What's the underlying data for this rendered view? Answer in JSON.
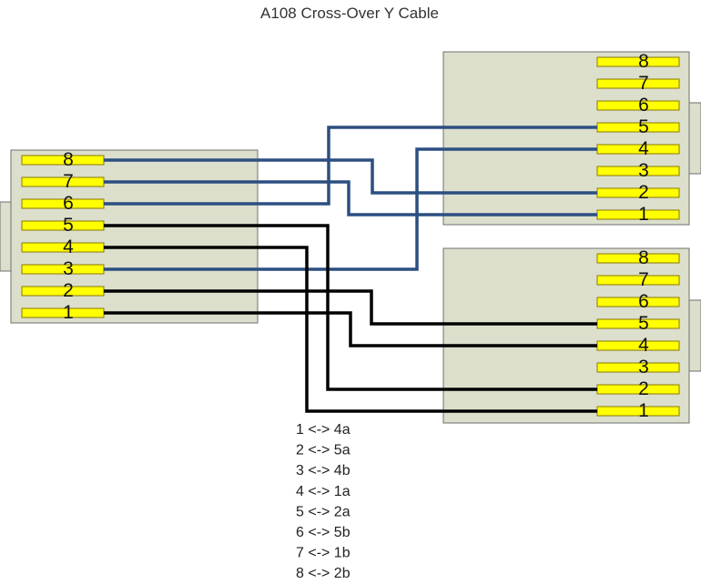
{
  "title": "A108 Cross-Over Y Cable",
  "colors": {
    "connector_fill": "#dcdfcc",
    "connector_stroke": "#6f6f6f",
    "pin_fill": "#ffff00",
    "pin_stroke": "#8a7a00",
    "wire_blue": "#2c4f80",
    "wire_black": "#000000"
  },
  "connectors": {
    "left": {
      "pins": [
        "8",
        "7",
        "6",
        "5",
        "4",
        "3",
        "2",
        "1"
      ]
    },
    "right_top": {
      "pins": [
        "8",
        "7",
        "6",
        "5",
        "4",
        "3",
        "2",
        "1"
      ]
    },
    "right_bottom": {
      "pins": [
        "8",
        "7",
        "6",
        "5",
        "4",
        "3",
        "2",
        "1"
      ]
    }
  },
  "mapping": [
    "1 <-> 4a",
    "2 <-> 5a",
    "3 <-> 4b",
    "4 <-> 1a",
    "5 <-> 2a",
    "6 <-> 5b",
    "7 <-> 1b",
    "8 <-> 2b"
  ]
}
